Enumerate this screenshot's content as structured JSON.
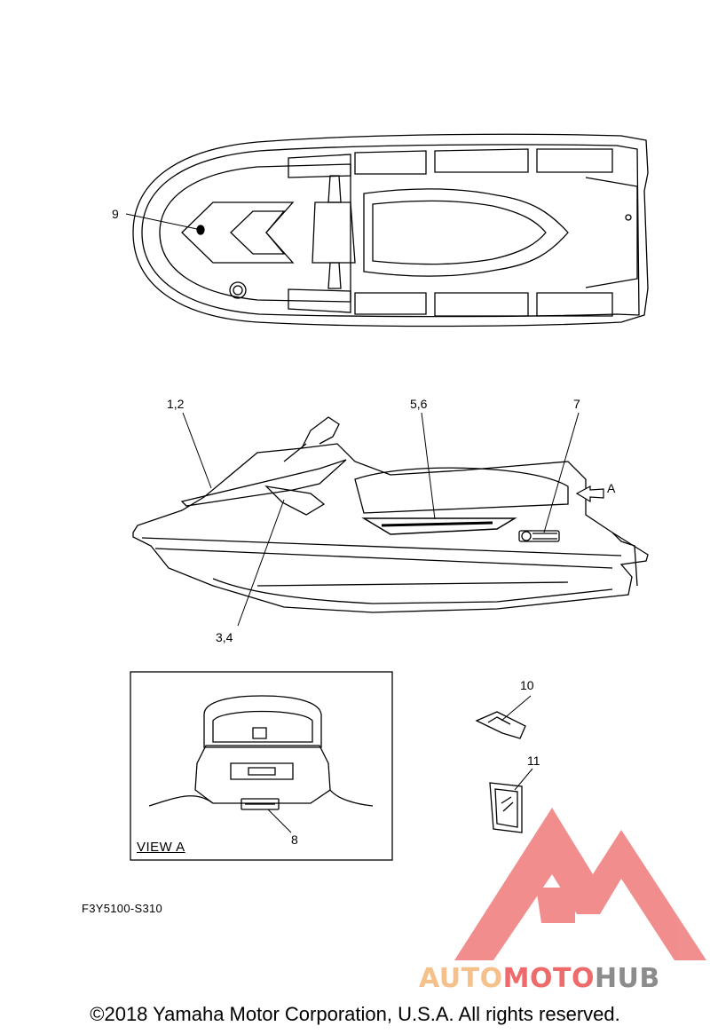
{
  "callouts": {
    "c9": "9",
    "c12": "1,2",
    "c56": "5,6",
    "c7": "7",
    "cA": "A",
    "c34": "3,4",
    "c10": "10",
    "c11": "11",
    "c8": "8"
  },
  "view_label": "VIEW A",
  "figure_code": "F3Y5100-S310",
  "copyright": "©2018 Yamaha Motor Corporation, U.S.A. All rights reserved.",
  "logo": {
    "part1": "AUTO",
    "part2": "MOTO",
    "part3": "HUB",
    "colors": {
      "auto": "#f5c08a",
      "moto": "#ef6a6a",
      "hub": "#8c8c8c",
      "mark": "#ef7a7a"
    }
  }
}
